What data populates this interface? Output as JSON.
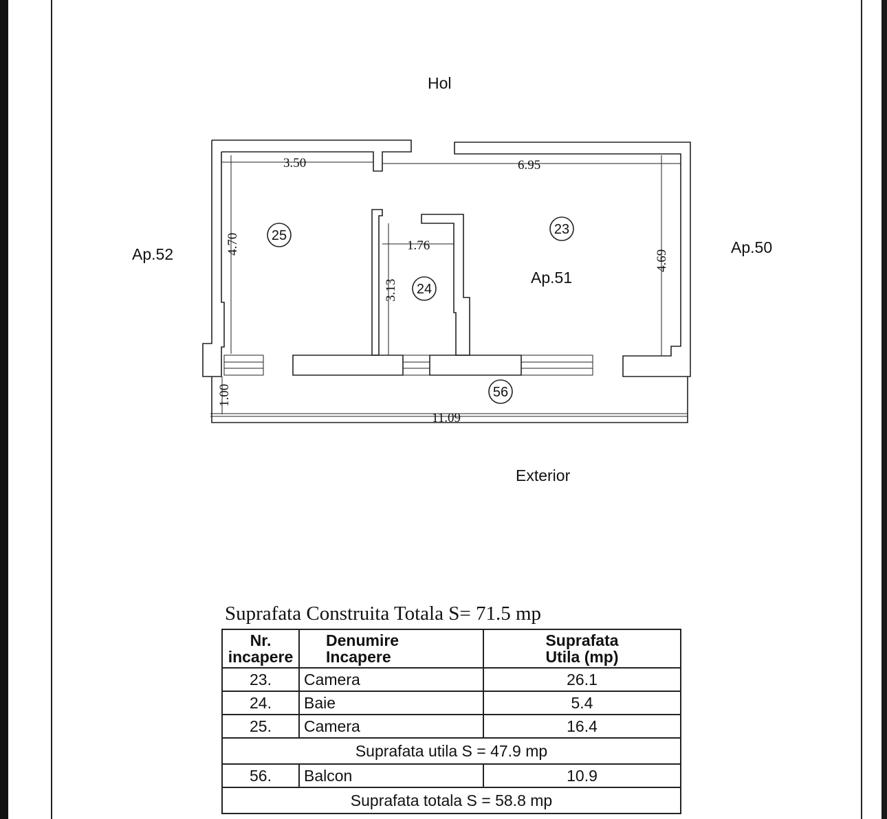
{
  "plan": {
    "hol": "Hol",
    "exterior": "Exterior",
    "ap_left": "Ap.52",
    "ap_right": "Ap.50",
    "ap_center": "Ap.51",
    "rooms": [
      "25",
      "23",
      "24",
      "56"
    ],
    "dims": {
      "top_left": "3.50",
      "top_right": "6.95",
      "left_height": "4.70",
      "right_height": "4.69",
      "bath_width": "1.76",
      "bath_height": "3.13",
      "balcony_depth": "1.00",
      "total_width": "11.09"
    }
  },
  "table": {
    "title": "Suprafata Construita Totala S= 71.5 mp",
    "header": {
      "nr_line1": "Nr.",
      "nr_line2": "incapere",
      "name_line1": "Denumire",
      "name_line2": "Incapere",
      "area_line1": "Suprafata",
      "area_line2": "Utila (mp)"
    },
    "rows": [
      {
        "nr": "23.",
        "name": "Camera",
        "area": "26.1"
      },
      {
        "nr": "24.",
        "name": "Baie",
        "area": "5.4"
      },
      {
        "nr": "25.",
        "name": "Camera",
        "area": "16.4"
      }
    ],
    "useful_total": "Suprafata utila S = 47.9 mp",
    "balcony": {
      "nr": "56.",
      "name": "Balcon",
      "area": "10.9"
    },
    "grand_total": "Suprafata totala S = 58.8  mp"
  }
}
